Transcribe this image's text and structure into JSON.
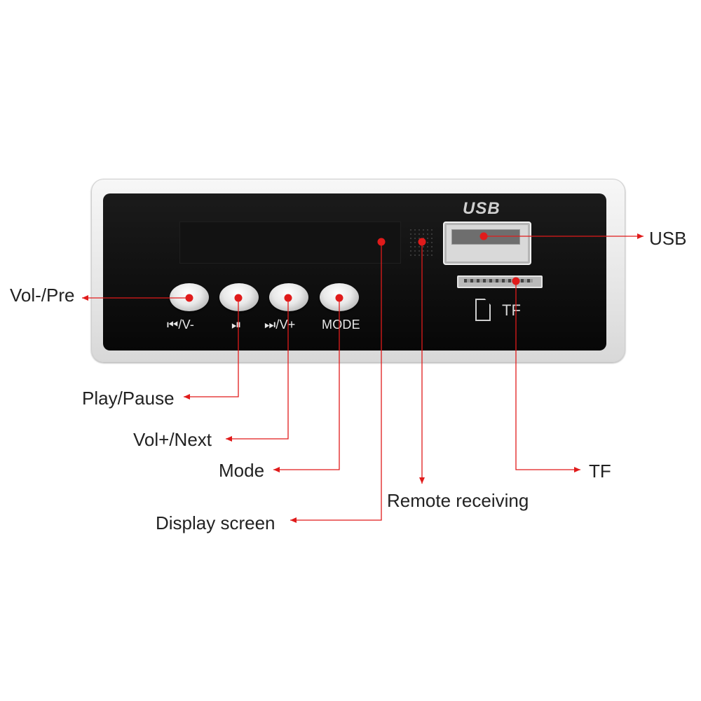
{
  "device": {
    "usb_logo": "USB",
    "tf_panel_label": "TF",
    "buttons": [
      {
        "icon": "prev-icon",
        "label": "⏮/V-"
      },
      {
        "icon": "play-pause-icon",
        "label": "⏯"
      },
      {
        "icon": "next-icon",
        "label": "⏭/V+"
      },
      {
        "icon": "mode-icon",
        "label": "MODE"
      }
    ]
  },
  "callouts": {
    "vol_pre": "Vol-/Pre",
    "play_pause": "Play/Pause",
    "vol_next": "Vol+/Next",
    "mode": "Mode",
    "display_screen": "Display screen",
    "remote_receiving": "Remote receiving",
    "usb": "USB",
    "tf": "TF"
  },
  "colors": {
    "leader_line": "#e01b1b",
    "marker_dot": "#e01b1b",
    "panel": "#0b0b0b"
  }
}
